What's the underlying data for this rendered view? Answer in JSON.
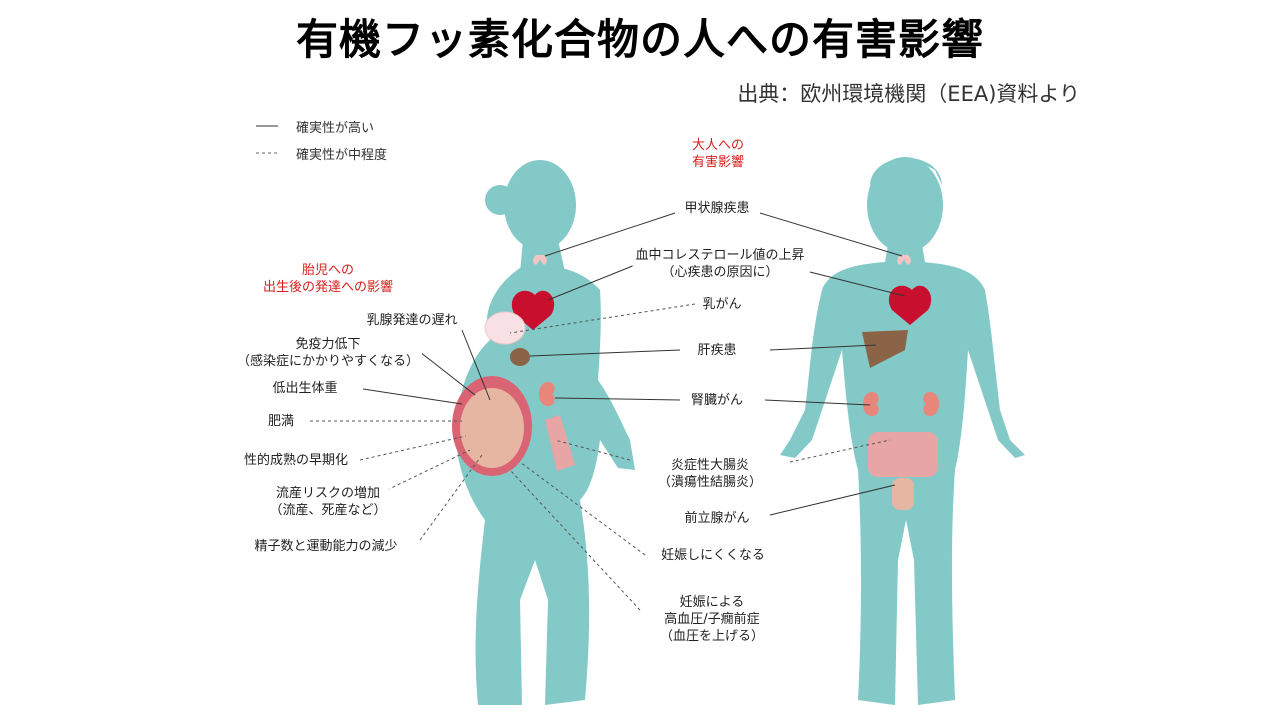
{
  "title": "有機フッ素化合物の人への有害影響",
  "source": "出典：欧州環境機関（EEA)資料より",
  "legend": {
    "solid": "確実性が高い",
    "dashed": "確実性が中程度"
  },
  "headings": {
    "adult": "大人への\n有害影響",
    "fetus": "胎児への\n出生後の発達への影響"
  },
  "labels": {
    "thyroid": "甲状腺疾患",
    "cholesterol": "血中コレステロール値の上昇\n（心疾患の原因に）",
    "breast_cancer": "乳がん",
    "liver": "肝疾患",
    "kidney": "腎臓がん",
    "colitis": "炎症性大腸炎\n（潰瘍性結腸炎）",
    "prostate": "前立腺がん",
    "infertility": "妊娠しにくくなる",
    "hypertension": "妊娠による\n高血圧/子癇前症\n（血圧を上げる）",
    "mammary": "乳腺発達の遅れ",
    "immunity": "免疫力低下\n（感染症にかかりやすくなる）",
    "low_birth_weight": "低出生体重",
    "obesity": "肥満",
    "early_puberty": "性的成熟の早期化",
    "miscarriage": "流産リスクの増加\n（流産、死産など）",
    "sperm": "精子数と運動能力の減少"
  },
  "colors": {
    "body": "#83c9c8",
    "heading_red": "#d91d1d",
    "heart": "#c8102e",
    "liver": "#8b6448",
    "kidney": "#e8867b",
    "intestine": "#e8a5a5",
    "womb": "#d96474",
    "fetus": "#e7b6a3",
    "line": "#333333"
  }
}
